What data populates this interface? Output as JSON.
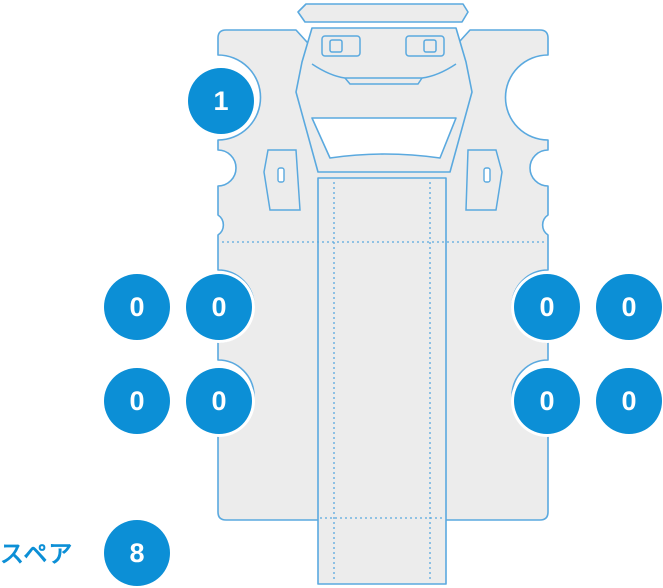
{
  "slots": {
    "slot_top": "1",
    "left_upper_outer": "0",
    "left_upper_inner": "0",
    "left_lower_outer": "0",
    "left_lower_inner": "0",
    "right_upper_inner": "0",
    "right_upper_outer": "0",
    "right_lower_inner": "0",
    "right_lower_outer": "0",
    "spare": "8"
  },
  "spare_label": "スペア",
  "colors": {
    "accent": "#0c8fd6",
    "panel_fill": "#ececec",
    "outline": "#5aa9df"
  }
}
